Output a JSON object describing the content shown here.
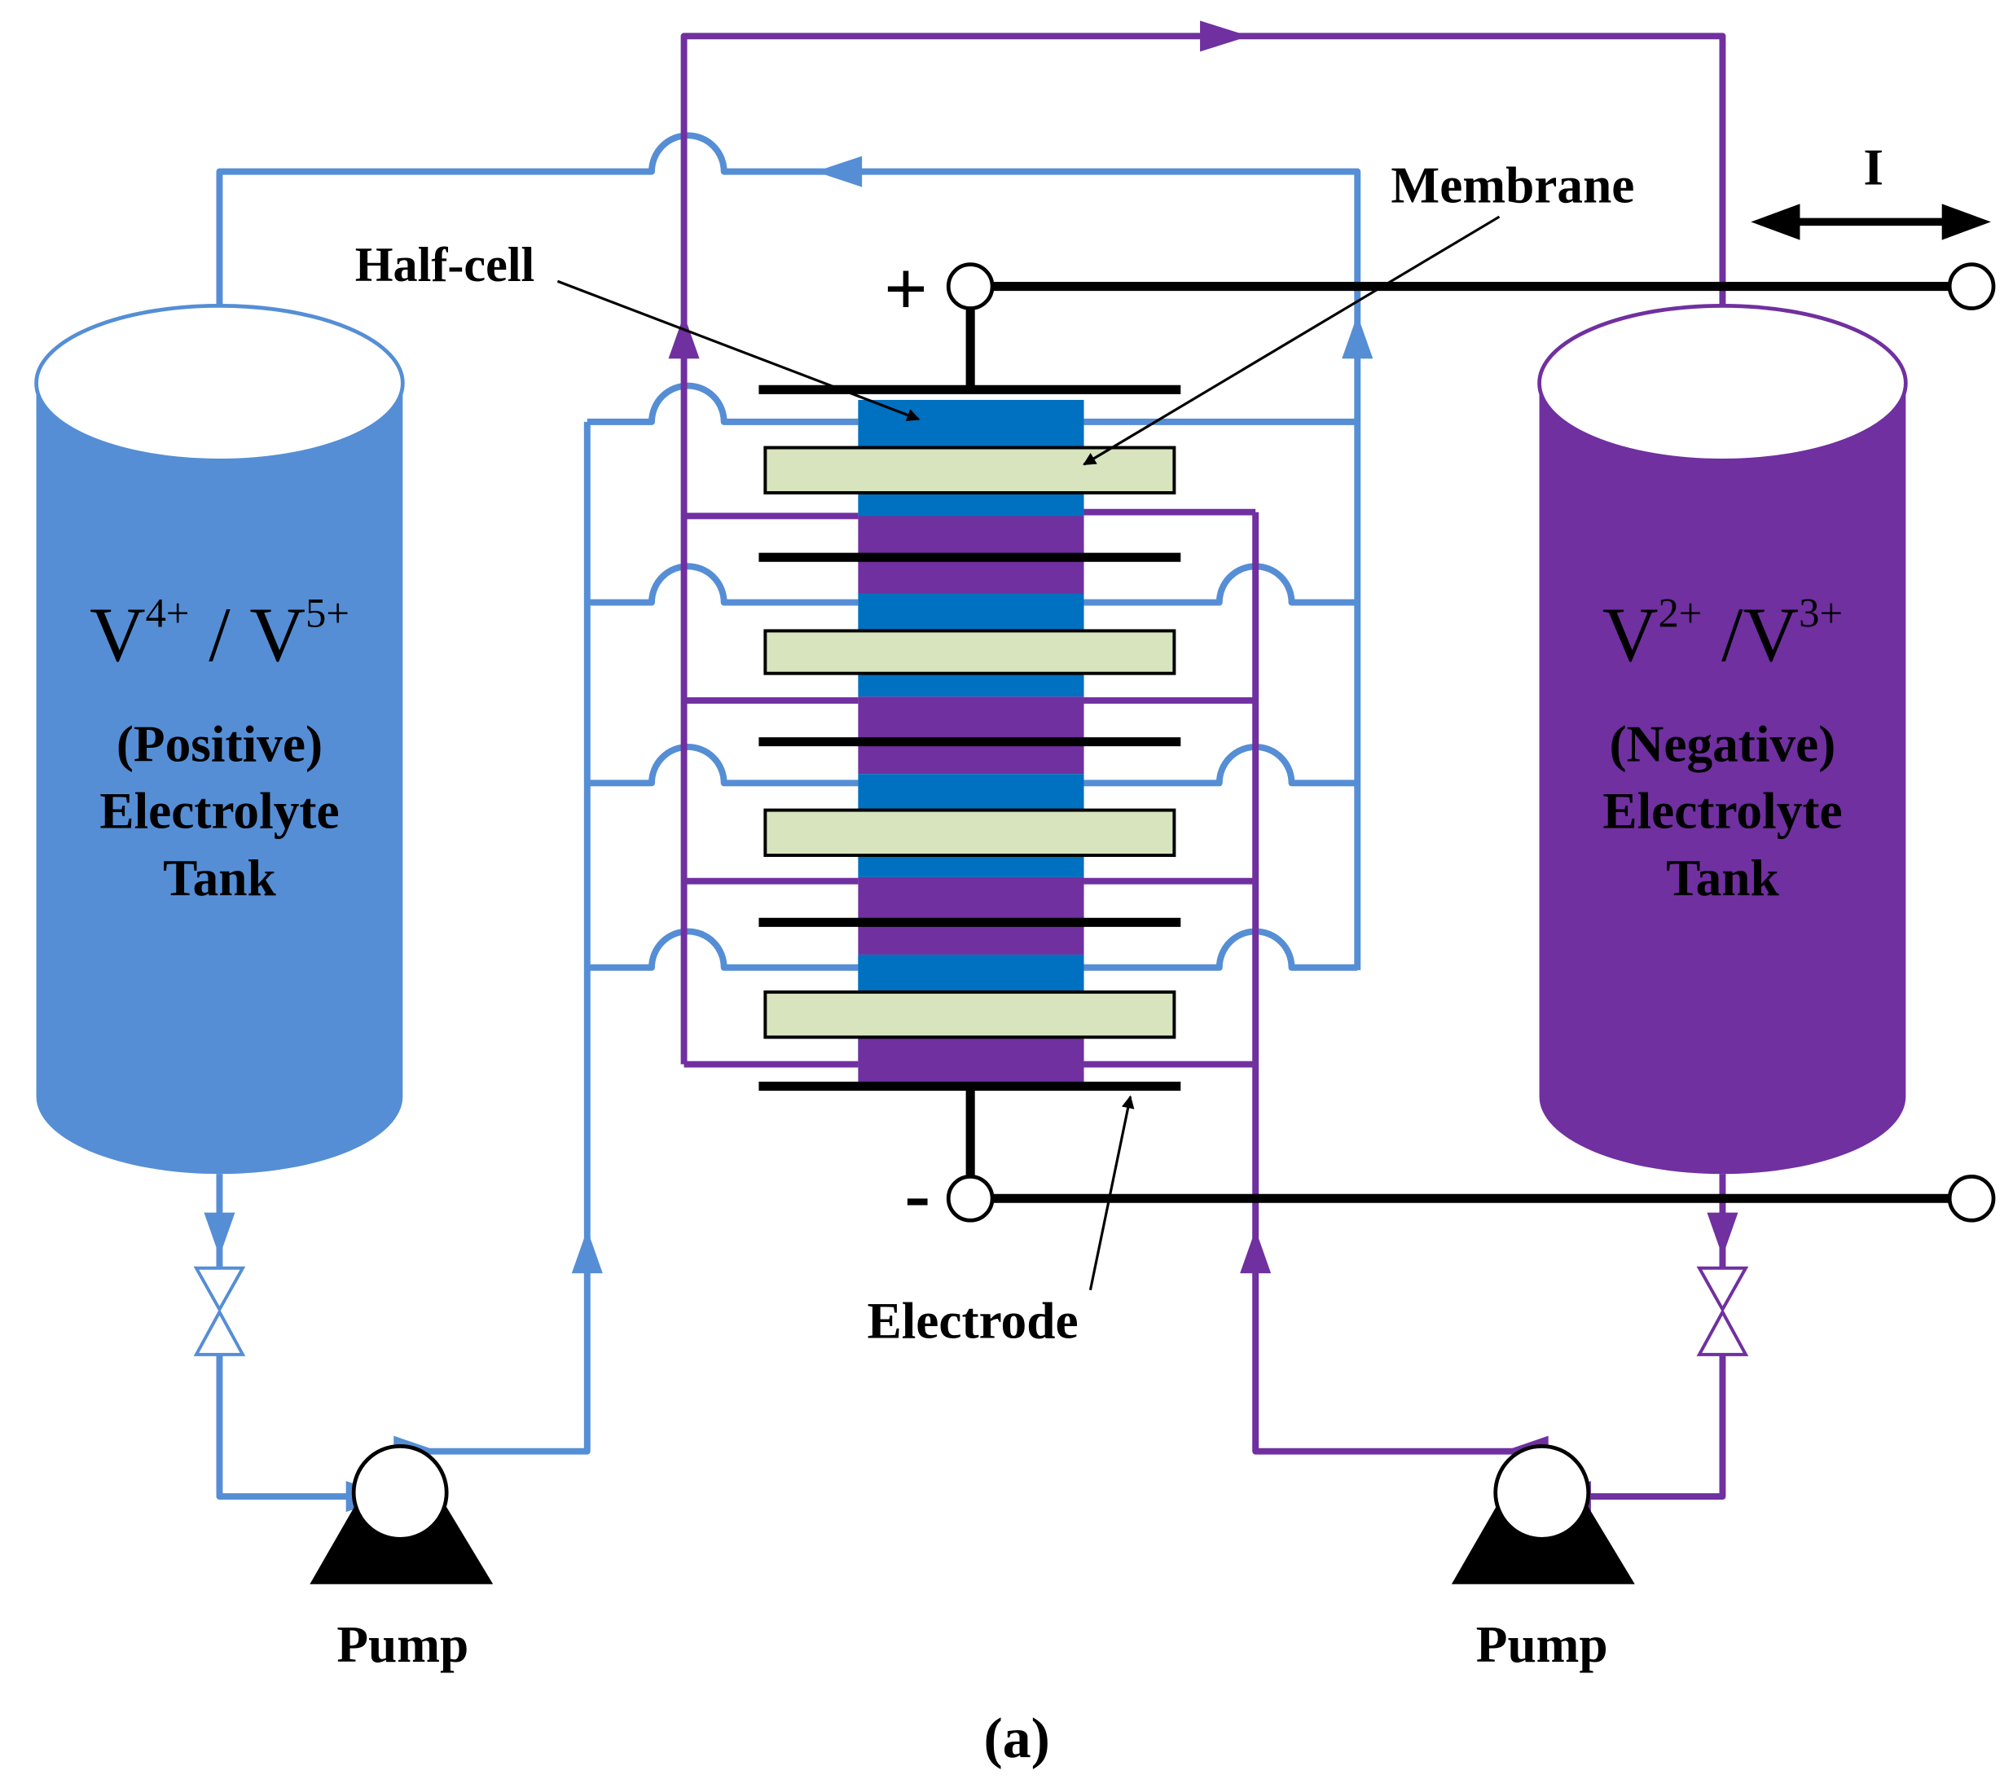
{
  "colors": {
    "positive": "#558ed5",
    "negative": "#7030a0",
    "cell_blue": "#0070c0",
    "membrane": "#d7e4bd",
    "black": "#000000"
  },
  "positive_tank": {
    "ion_base_1": "V",
    "ion_sup_1": "4+",
    "ion_sep": " / ",
    "ion_base_2": "V",
    "ion_sup_2": "5+",
    "line1": "(Positive)",
    "line2": "Electrolyte",
    "line3": "Tank"
  },
  "negative_tank": {
    "ion_base_1": "V",
    "ion_sup_1": "2+",
    "ion_sep": " /",
    "ion_base_2": "V",
    "ion_sup_2": "3+",
    "line1": "(Negative)",
    "line2": "Electrolyte",
    "line3": "Tank"
  },
  "labels": {
    "half_cell": "Half-cell",
    "membrane": "Membrane",
    "electrode": "Electrode",
    "current": "I",
    "plus": "+",
    "minus": "-",
    "pump_left": "Pump",
    "pump_right": "Pump",
    "caption": "(a)"
  },
  "icons": {
    "valve": "valve-icon",
    "pump": "pump-icon",
    "terminal": "terminal-icon",
    "arrow": "flow-arrow-icon"
  }
}
